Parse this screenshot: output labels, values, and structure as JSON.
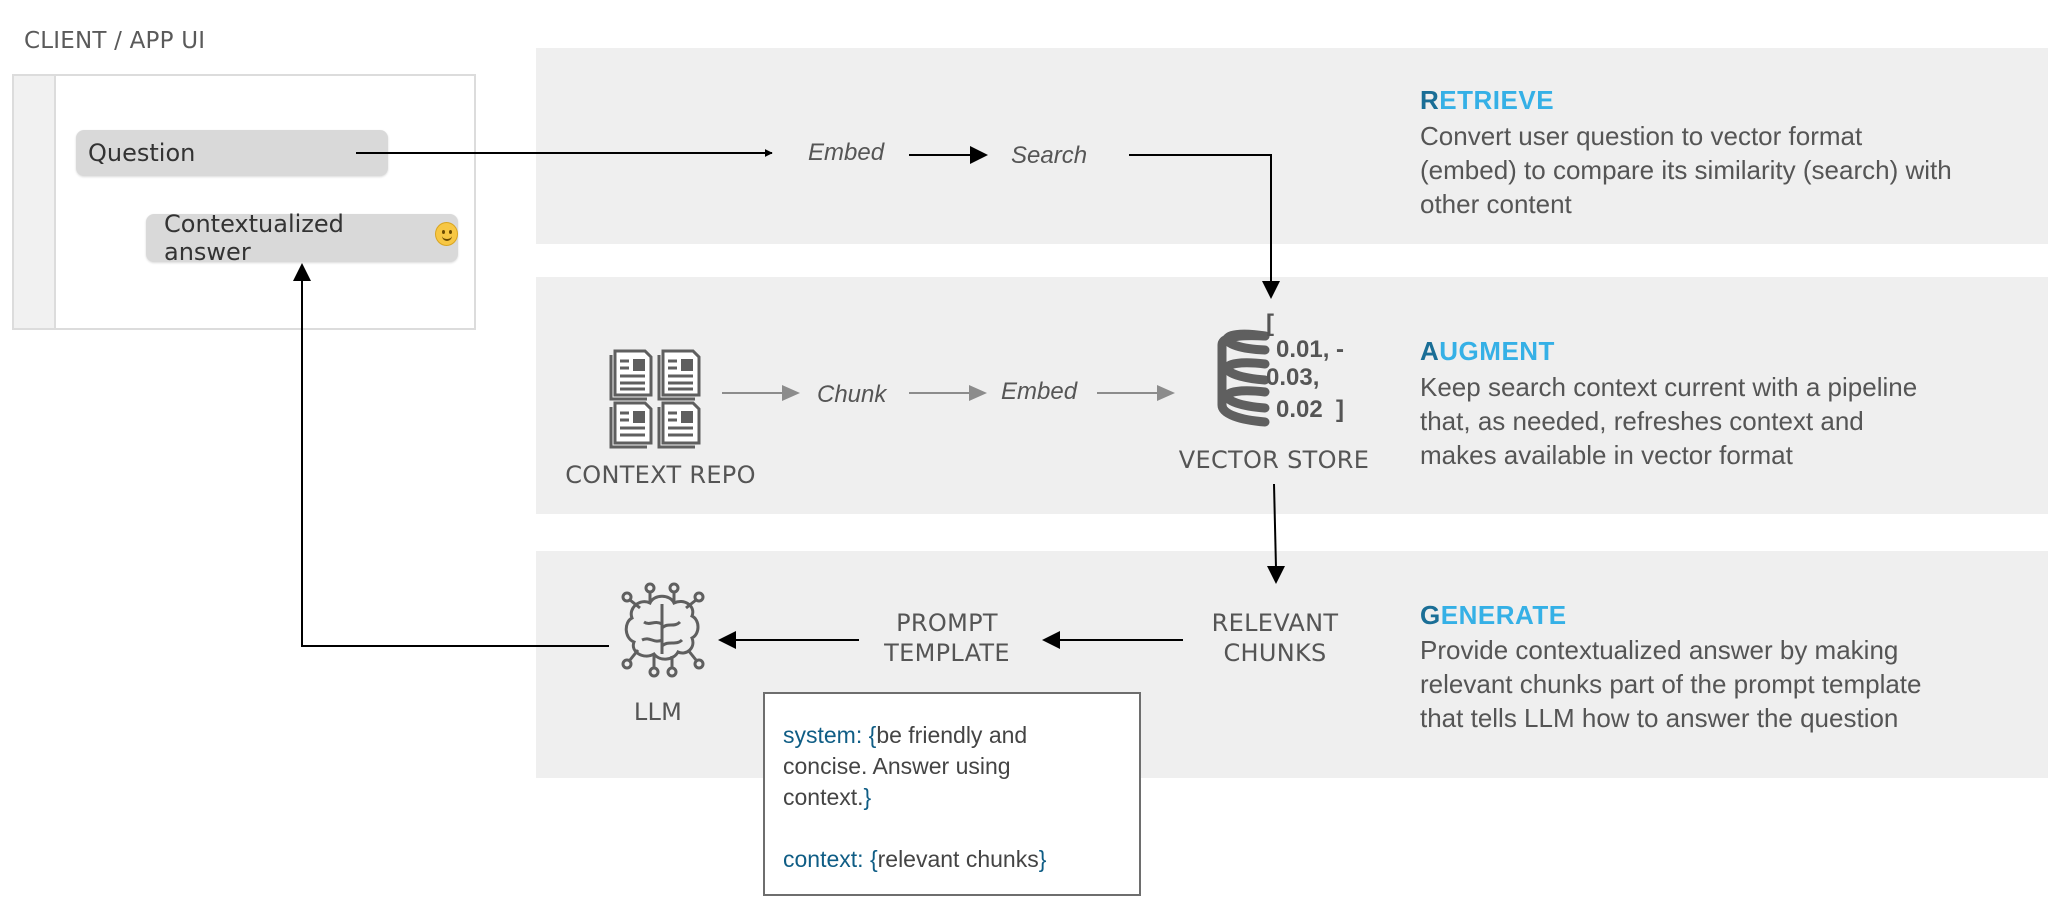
{
  "client": {
    "label": "CLIENT / APP UI",
    "question": "Question",
    "answer": "Contextualized answer"
  },
  "retrieve": {
    "embed": "Embed",
    "search": "Search",
    "heading_first": "R",
    "heading_rest": "ETRIEVE",
    "description": [
      "Convert user question to vector format",
      "(embed) to compare its similarity (search) with",
      "other content"
    ]
  },
  "augment": {
    "context_repo": "CONTEXT REPO",
    "chunk": "Chunk",
    "embed": "Embed",
    "vector_store": "VECTOR STORE",
    "vector_lines": [
      "[",
      "0.01, -",
      "0.03,",
      "0.02  ]"
    ],
    "heading_first": "A",
    "heading_rest": "UGMENT",
    "description": [
      "Keep search context current with a pipeline",
      "that, as needed, refreshes context and",
      "makes available in vector format"
    ]
  },
  "generate": {
    "llm": "LLM",
    "prompt_template": [
      "PROMPT",
      "TEMPLATE"
    ],
    "relevant_chunks": [
      "RELEVANT",
      "CHUNKS"
    ],
    "heading_first": "G",
    "heading_rest": "ENERATE",
    "description": [
      "Provide contextualized answer by making",
      "relevant chunks part of the prompt template",
      "that tells LLM how to answer the question"
    ]
  },
  "prompt": {
    "system_key": "system: ",
    "open_brace": "{",
    "system_value_1": "be friendly and",
    "system_value_2": "concise. Answer using",
    "system_value_3": "context.",
    "close_brace": "}",
    "context_key": "context: ",
    "context_value": "relevant chunks"
  },
  "colors": {
    "heading_accent": "#35b0e6",
    "heading_first_letter": "#1a6e96",
    "band_background": "#efefef",
    "keyword": "#0f5d85"
  },
  "icons": {
    "context_repo": "document-stack-icon",
    "vector_store": "database-icon",
    "llm": "brain-circuit-icon"
  }
}
